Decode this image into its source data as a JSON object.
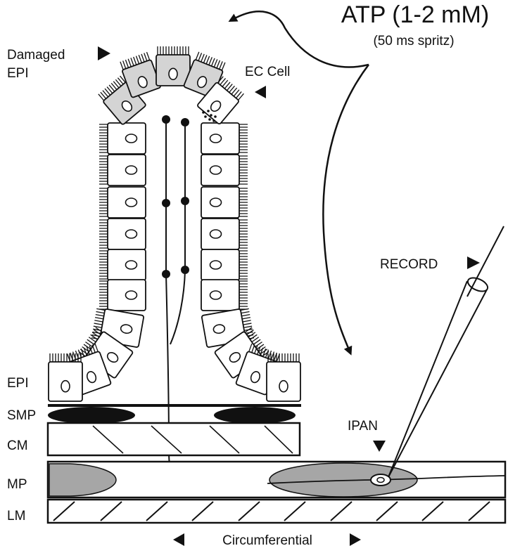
{
  "stimulus": {
    "title": "ATP (1-2 mM)",
    "subtitle": "(50 ms spritz)"
  },
  "labels": {
    "damaged_epi_line1": "Damaged",
    "damaged_epi_line2": "EPI",
    "ec_cell": "EC Cell",
    "record": "RECORD",
    "ipan": "IPAN",
    "axis": "Circumferential"
  },
  "layers": [
    {
      "key": "epi",
      "label": "EPI"
    },
    {
      "key": "smp",
      "label": "SMP"
    },
    {
      "key": "cm",
      "label": "CM"
    },
    {
      "key": "mp",
      "label": "MP"
    },
    {
      "key": "lm",
      "label": "LM"
    }
  ],
  "colors": {
    "ink": "#111111",
    "damaged_fill": "#d4d4d4",
    "ganglion_fill": "#a6a6a6",
    "plexus_black": "#111111",
    "background": "#ffffff"
  }
}
